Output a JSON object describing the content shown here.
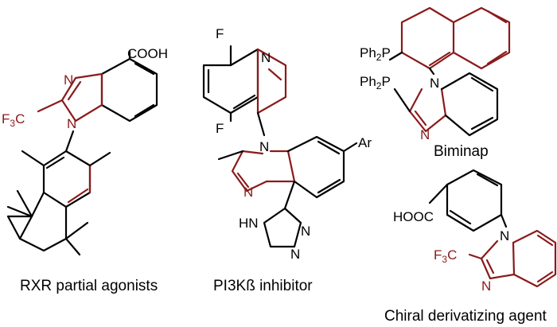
{
  "captions": {
    "rxr": "RXR partial agonists",
    "pi3k": "PI3Kß inhibitor",
    "biminap": "Biminap",
    "chiral": "Chiral derivatizing agent"
  },
  "atoms": {
    "cooh": "COOH",
    "hooc": "HOOC",
    "f": "F",
    "n": "N",
    "nh": "H",
    "ar": "Ar",
    "cf3_main": "F",
    "cf3_sub": "3",
    "cf3_c": "C",
    "ph": "Ph",
    "ph_sub": "2",
    "p": "P"
  },
  "colors": {
    "highlight": "#8b1a1a",
    "bond": "#000000"
  }
}
